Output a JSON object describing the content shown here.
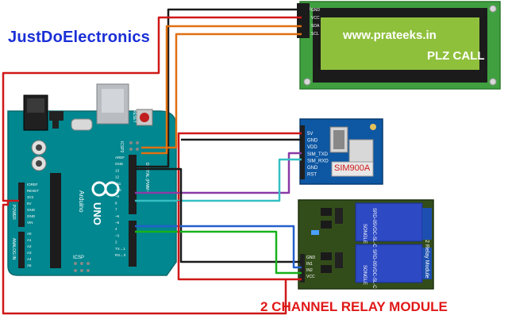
{
  "brand": "JustDoElectronics",
  "lcd": {
    "line1": "www.prateeks.in",
    "line2": "PLZ CALL",
    "pins": [
      "GND",
      "VCC",
      "SDA",
      "SCL"
    ]
  },
  "gsm": {
    "label": "SIM900A",
    "pins": [
      "5V",
      "GND",
      "VDD",
      "SIM_TXD",
      "SIM_RXD",
      "GND",
      "RST"
    ]
  },
  "relay": {
    "title": "2 CHANNEL RELAY MODULE",
    "board_label": "2 Relay Module",
    "relay_brand": "SONGLE",
    "relay_model": "SRD-05VDC-SL-C",
    "pins": [
      "GND",
      "IN1",
      "IN2",
      "VCC"
    ]
  },
  "arduino": {
    "uno_label": "UNO",
    "brand": "Arduino",
    "icsp": "ICSP",
    "icsp2": "ICSP2",
    "reset": "RESET",
    "power_header": "POWER",
    "analog_header": "ANALOG IN",
    "digital_header": "DIGITAL (PWM~)",
    "power_pins": [
      "IOREF",
      "RESET",
      "3V3",
      "5V",
      "GND",
      "GND",
      "VIN"
    ],
    "analog_pins": [
      "A0",
      "A1",
      "A2",
      "A3",
      "A4",
      "A5"
    ],
    "digital_pins": [
      "AREF",
      "GND",
      "13",
      "12",
      "~11",
      "~10",
      "~9",
      "8",
      "7",
      "~6",
      "~5",
      "4",
      "~3",
      "2",
      "TX→1",
      "RX←0"
    ]
  },
  "colors": {
    "brand": "#1a2fd6",
    "title_red": "#e01818",
    "board_blue": "#00878f",
    "lcd_green": "#6ab640",
    "gsm_blue": "#0d57a3",
    "relay_green": "#334d1a",
    "relay_blue": "#2d49c4",
    "wire_red": "#d01818",
    "wire_black": "#1a1a1a",
    "wire_orange": "#e07010",
    "wire_purple": "#8a3aa6",
    "wire_cyan": "#35bfc4",
    "wire_blue": "#2460cc",
    "wire_green": "#17b21a"
  }
}
